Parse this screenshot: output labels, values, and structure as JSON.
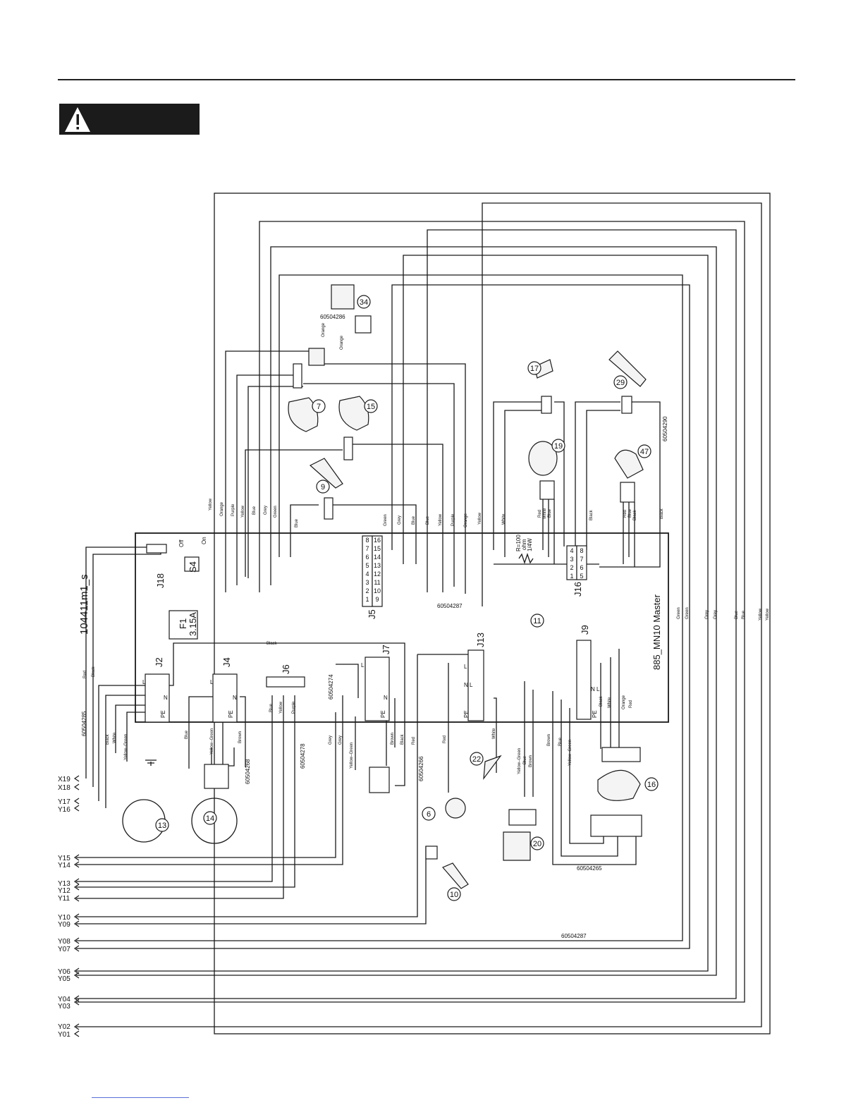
{
  "page": {
    "accent_colors": {
      "rule": "#222222",
      "warning_bar": "#1b1b1b",
      "link_underline": "#5a6fd6"
    }
  },
  "diagram": {
    "drawing_id": "104411m1_s",
    "board_name": "885_MN10 Master",
    "board_number": "11",
    "fuse": {
      "label": "F1",
      "rating": "3.15A"
    },
    "switch": {
      "label": "S4",
      "off": "Off",
      "on": "On"
    },
    "connectors": {
      "J18": "J18",
      "J2": "J2",
      "J4": "J4",
      "J6": "J6",
      "J7": "J7",
      "J5": "J5",
      "J13": "J13",
      "J16": "J16",
      "J9": "J9"
    },
    "resistor": {
      "line1": "R=100",
      "line2": "ohm",
      "line3": "1/4W"
    },
    "part_numbers": {
      "p60504286": "60504286",
      "p60504287": "60504287",
      "p60504290": "60504290",
      "p60504285": "60504285",
      "p60504268": "60504268",
      "p60504278": "60504278",
      "p60504274": "60504274",
      "p60504266": "60504266",
      "p60504265": "60504265"
    },
    "components": [
      "34",
      "7",
      "15",
      "9",
      "17",
      "29",
      "19",
      "47",
      "13",
      "14",
      "6",
      "10",
      "22",
      "20",
      "16"
    ],
    "terminals": [
      "X19",
      "X18",
      "Y17",
      "Y16",
      "Y15",
      "Y14",
      "Y13",
      "Y12",
      "Y11",
      "Y10",
      "Y09",
      "Y08",
      "Y07",
      "Y06",
      "Y05",
      "Y04",
      "Y03",
      "Y02",
      "Y01"
    ],
    "wire_colors": {
      "yellow": "Yellow",
      "orange": "Orange",
      "purple": "Purple",
      "blue": "Blue",
      "grey": "Grey",
      "green": "Green",
      "white": "White",
      "black": "Black",
      "red": "Red",
      "brown": "Brown",
      "yellow_green": "Yellow–Green"
    },
    "pin_letters": {
      "L": "L",
      "N": "N",
      "PE": "PE"
    }
  }
}
